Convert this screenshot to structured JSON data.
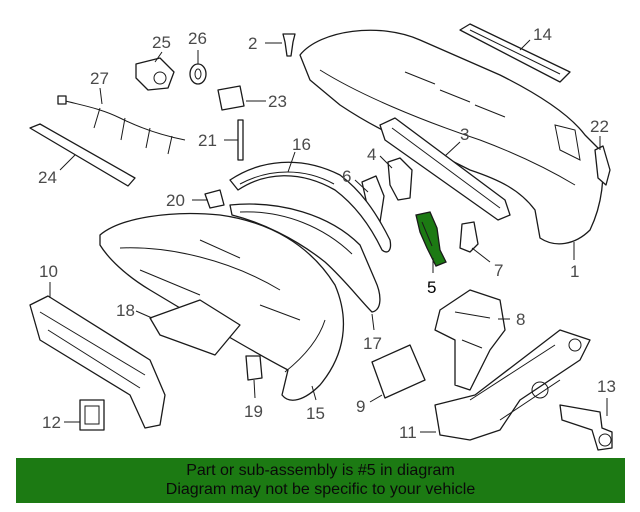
{
  "callouts": [
    {
      "id": "1",
      "label": "1"
    },
    {
      "id": "2",
      "label": "2"
    },
    {
      "id": "3",
      "label": "3"
    },
    {
      "id": "4",
      "label": "4"
    },
    {
      "id": "5",
      "label": "5"
    },
    {
      "id": "6",
      "label": "6"
    },
    {
      "id": "7",
      "label": "7"
    },
    {
      "id": "8",
      "label": "8"
    },
    {
      "id": "9",
      "label": "9"
    },
    {
      "id": "10",
      "label": "10"
    },
    {
      "id": "11",
      "label": "11"
    },
    {
      "id": "12",
      "label": "12"
    },
    {
      "id": "13",
      "label": "13"
    },
    {
      "id": "14",
      "label": "14"
    },
    {
      "id": "15",
      "label": "15"
    },
    {
      "id": "16",
      "label": "16"
    },
    {
      "id": "17",
      "label": "17"
    },
    {
      "id": "18",
      "label": "18"
    },
    {
      "id": "19",
      "label": "19"
    },
    {
      "id": "20",
      "label": "20"
    },
    {
      "id": "21",
      "label": "21"
    },
    {
      "id": "22",
      "label": "22"
    },
    {
      "id": "23",
      "label": "23"
    },
    {
      "id": "24",
      "label": "24"
    },
    {
      "id": "25",
      "label": "25"
    },
    {
      "id": "26",
      "label": "26"
    },
    {
      "id": "27",
      "label": "27"
    }
  ],
  "highlight": {
    "part_number": "5",
    "color": "#1c7a13"
  },
  "banner": {
    "line1": "Part or sub-assembly is #5 in diagram",
    "line2": "Diagram may not be specific to your vehicle",
    "background": "#1c7a13"
  }
}
